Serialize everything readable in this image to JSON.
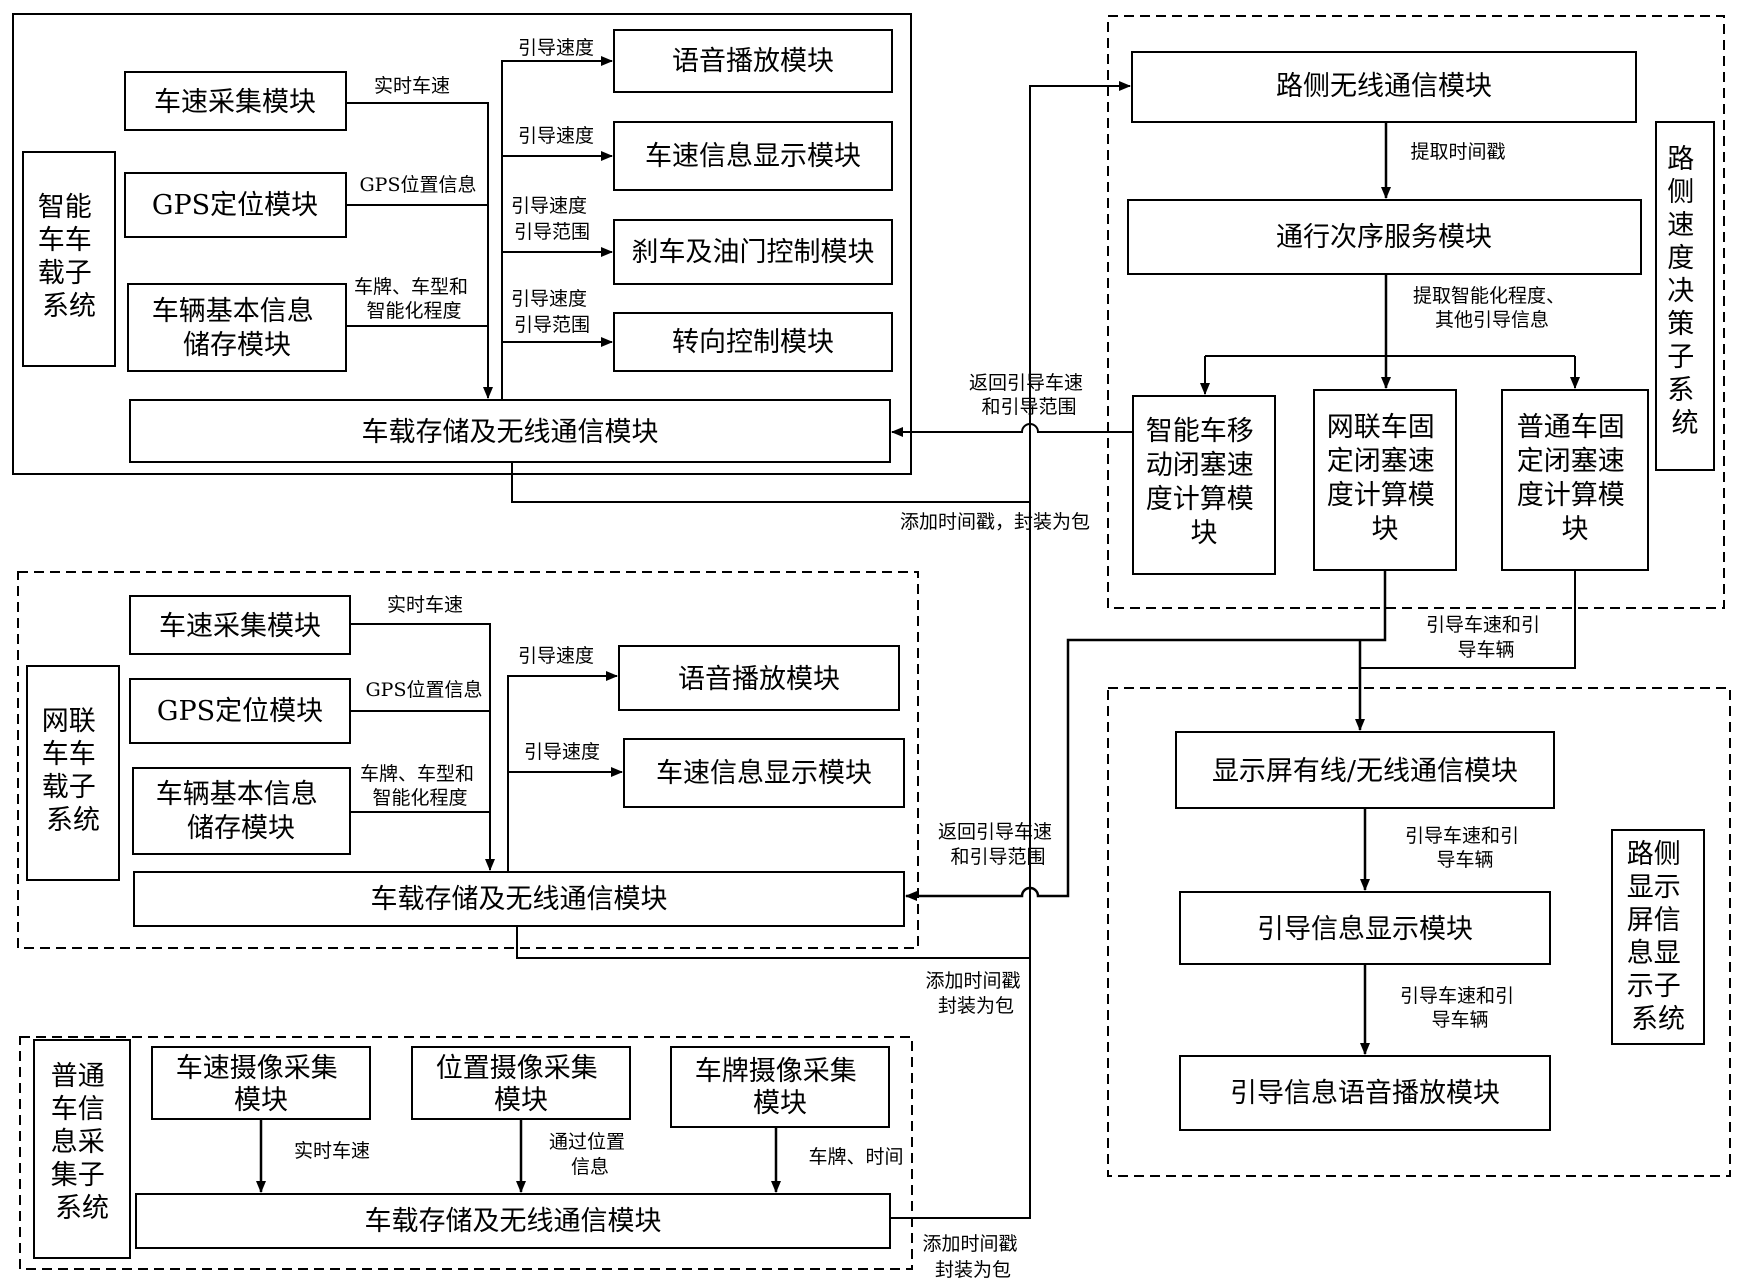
{
  "smart": {
    "system_label": [
      "智能",
      "车车",
      "载子",
      "系统"
    ],
    "speed_collect": "车速采集模块",
    "gps": "GPS定位模块",
    "vehicle_info": [
      "车辆基本信息",
      "储存模块"
    ],
    "voice": "语音播放模块",
    "speed_display": "车速信息显示模块",
    "brake": "刹车及油门控制模块",
    "steer": "转向控制模块",
    "comm": "车载存储及无线通信模块",
    "lbl_realtime": "实时车速",
    "lbl_gps": "GPS位置信息",
    "lbl_plate": [
      "车牌、车型和",
      "智能化程度"
    ],
    "lbl_guide_speed": "引导速度",
    "lbl_guide_speed_range": [
      "引导速度",
      "引导范围"
    ]
  },
  "connected": {
    "system_label": [
      "网联",
      "车车",
      "载子",
      "系统"
    ],
    "speed_collect": "车速采集模块",
    "gps": "GPS定位模块",
    "vehicle_info": [
      "车辆基本信息",
      "储存模块"
    ],
    "voice": "语音播放模块",
    "speed_display": "车速信息显示模块",
    "comm": "车载存储及无线通信模块",
    "lbl_realtime": "实时车速",
    "lbl_gps": "GPS位置信息",
    "lbl_plate": [
      "车牌、车型和",
      "智能化程度"
    ],
    "lbl_guide_speed": "引导速度"
  },
  "ordinary": {
    "system_label": [
      "普通",
      "车信",
      "息采",
      "集子",
      "系统"
    ],
    "cam_speed": [
      "车速摄像采集",
      "模块"
    ],
    "cam_pos": [
      "位置摄像采集",
      "模块"
    ],
    "cam_plate": [
      "车牌摄像采集",
      "模块"
    ],
    "comm": "车载存储及无线通信模块",
    "lbl_realtime": "实时车速",
    "lbl_pos": [
      "通过位置",
      "信息"
    ],
    "lbl_plate_time": "车牌、时间"
  },
  "roadside": {
    "system_label": [
      "路",
      "侧",
      "速",
      "度",
      "决",
      "策",
      "子",
      "系",
      "统"
    ],
    "wireless": "路侧无线通信模块",
    "order": "通行次序服务模块",
    "calc_smart": [
      "智能车移",
      "动闭塞速",
      "度计算模",
      "块"
    ],
    "calc_connected": [
      "网联车固",
      "定闭塞速",
      "度计算模",
      "块"
    ],
    "calc_ordinary": [
      "普通车固",
      "定闭塞速",
      "度计算模",
      "块"
    ],
    "lbl_timestamp": "提取时间戳",
    "lbl_extract": [
      "提取智能化程度、",
      "其他引导信息"
    ]
  },
  "display": {
    "system_label": [
      "路侧",
      "显示",
      "屏信",
      "息显",
      "示子",
      "系统"
    ],
    "comm": "显示屏有线/无线通信模块",
    "info_display": "引导信息显示模块",
    "info_voice": "引导信息语音播放模块",
    "lbl_guide1": [
      "引导车速和引",
      "导车辆"
    ],
    "lbl_guide2": [
      "引导车速和引",
      "导车辆"
    ],
    "lbl_guide3": [
      "引导车速和引",
      "导车辆"
    ]
  },
  "connectors": {
    "return_smart": [
      "返回引导车速",
      "和引导范围"
    ],
    "return_connected": [
      "返回引导车速",
      "和引导范围"
    ],
    "ts_smart": "添加时间戳，封装为包",
    "ts_connected": [
      "添加时间戳",
      "封装为包"
    ],
    "ts_ordinary": [
      "添加时间戳",
      "封装为包"
    ]
  }
}
